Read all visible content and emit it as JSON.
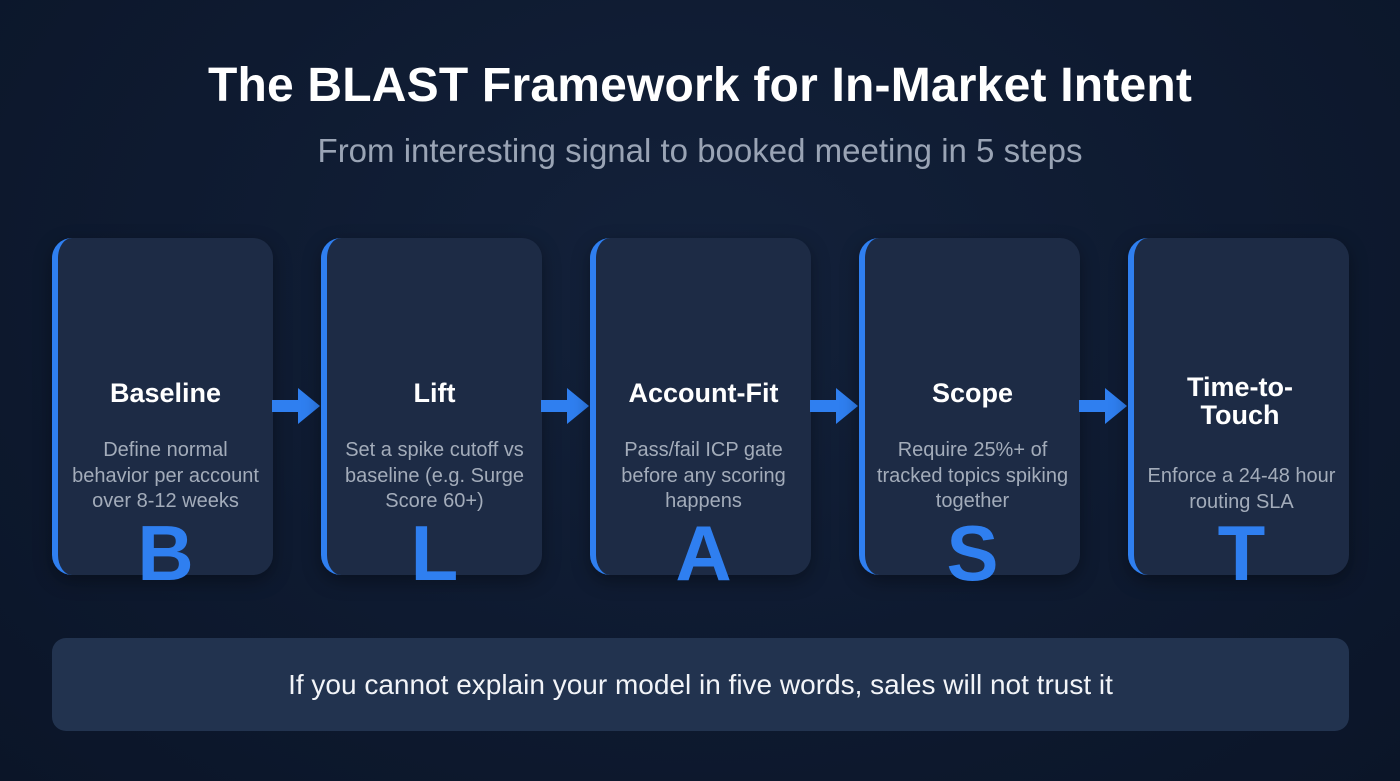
{
  "header": {
    "title": "The BLAST Framework for In-Market Intent",
    "subtitle": "From interesting signal to booked meeting in 5 steps"
  },
  "colors": {
    "background": "#0e1a30",
    "card": "#1d2b45",
    "accent": "#2f7ff0",
    "title_text": "#ffffff",
    "subtitle_text": "#9aa4b5",
    "description_text": "#a3acba",
    "quote_box": "#22334f"
  },
  "steps": [
    {
      "letter": "B",
      "name": "Baseline",
      "description": "Define normal behavior per account over 8-12 weeks"
    },
    {
      "letter": "L",
      "name": "Lift",
      "description": "Set a spike cutoff vs baseline (e.g. Surge Score 60+)"
    },
    {
      "letter": "A",
      "name": "Account-Fit",
      "description": "Pass/fail ICP gate before any scoring happens"
    },
    {
      "letter": "S",
      "name": "Scope",
      "description": "Require 25%+ of tracked topics spiking together"
    },
    {
      "letter": "T",
      "name": "Time-to-Touch",
      "description": "Enforce a 24-48 hour routing SLA"
    }
  ],
  "connectors": [
    {
      "icon": "arrow-right-icon",
      "from": "B",
      "to": "L"
    },
    {
      "icon": "arrow-right-icon",
      "from": "L",
      "to": "A"
    },
    {
      "icon": "arrow-right-icon",
      "from": "A",
      "to": "S"
    },
    {
      "icon": "arrow-right-icon",
      "from": "S",
      "to": "T"
    }
  ],
  "footer": {
    "quote": "If you cannot explain your model in five words, sales will not trust it"
  }
}
